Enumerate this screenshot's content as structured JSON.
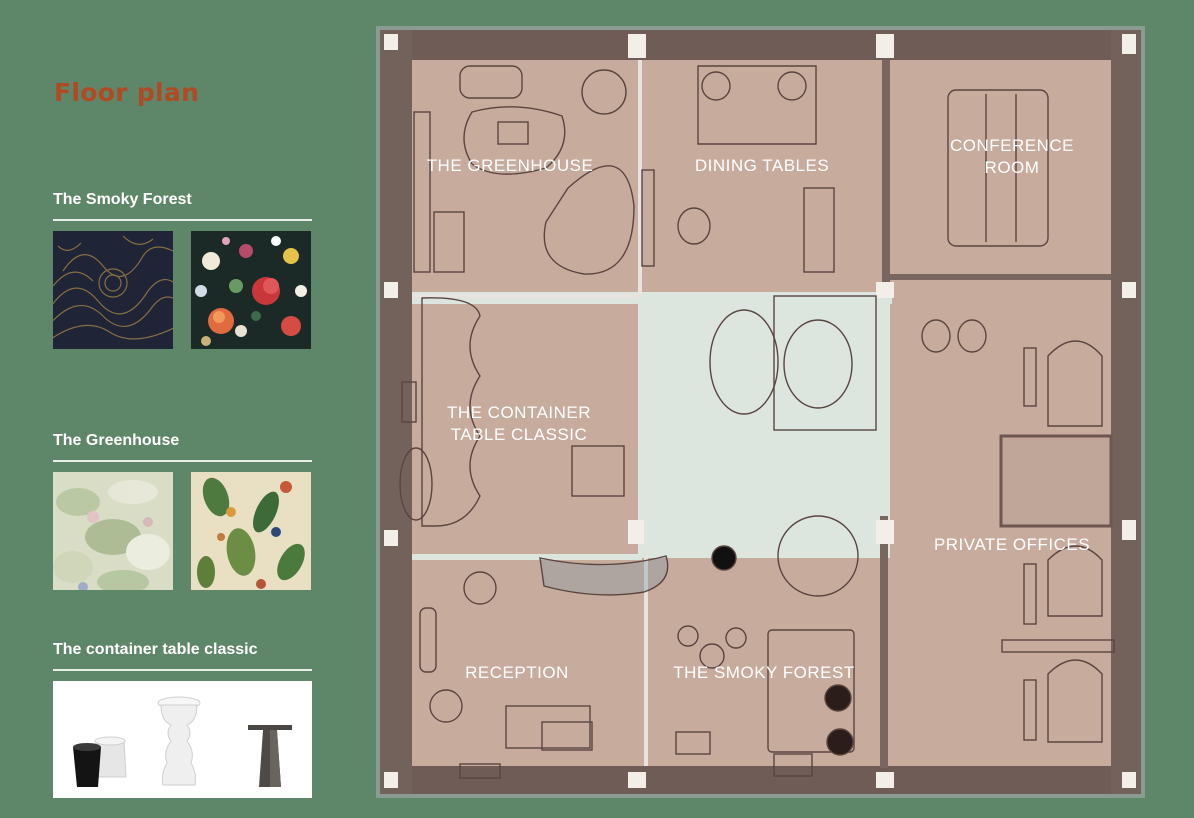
{
  "page": {
    "title": "Floor plan"
  },
  "sidebar": {
    "sections": [
      {
        "label": "The Smoky Forest",
        "swatches": [
          "dark-navy-gold-pattern",
          "dark-floral-pattern"
        ]
      },
      {
        "label": "The Greenhouse",
        "swatches": [
          "pastel-foliage-pattern",
          "botanical-bird-pattern"
        ]
      },
      {
        "label": "The container table classic",
        "products": [
          "container-table-black",
          "container-table-white-tall",
          "container-table-bronze"
        ]
      }
    ]
  },
  "floor_plan": {
    "rooms": [
      {
        "label_lines": [
          "THE GREENHOUSE"
        ]
      },
      {
        "label_lines": [
          "DINING TABLES"
        ]
      },
      {
        "label_lines": [
          "CONFERENCE",
          "ROOM"
        ]
      },
      {
        "label_lines": [
          "THE CONTAINER",
          "TABLE CLASSIC"
        ]
      },
      {
        "label_lines": [
          "PRIVATE OFFICES"
        ]
      },
      {
        "label_lines": [
          "RECEPTION"
        ]
      },
      {
        "label_lines": [
          "THE SMOKY FOREST"
        ]
      }
    ]
  },
  "colors": {
    "background": "#5e8668",
    "title": "#b14a24",
    "room_floor": "#c7ab9d",
    "corridor": "#dce6df",
    "wall": "#6d5650",
    "label": "#ffffff"
  }
}
